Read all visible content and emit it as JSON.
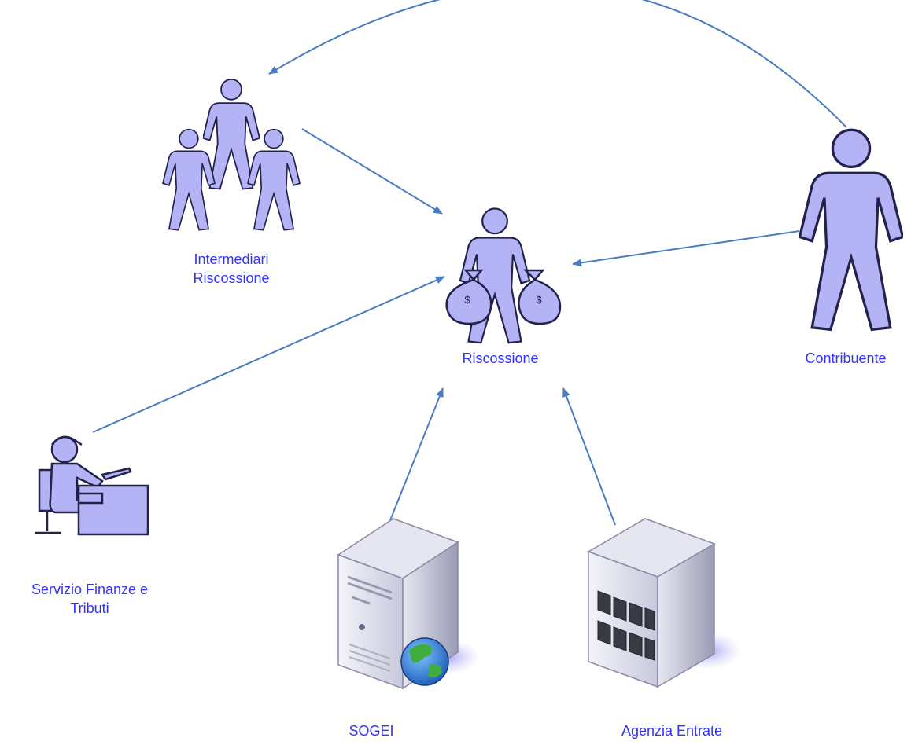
{
  "nodes": {
    "intermediari": {
      "lines": [
        "Intermediari",
        "Riscossione"
      ]
    },
    "riscossione": {
      "lines": [
        "Riscossione"
      ],
      "bag_symbol": "$"
    },
    "contribuente": {
      "lines": [
        "Contribuente"
      ]
    },
    "servizio": {
      "lines": [
        "Servizio Finanze e",
        "Tributi"
      ]
    },
    "sogei": {
      "lines": [
        "SOGEI"
      ]
    },
    "agenzia": {
      "lines": [
        "Agenzia Entrate"
      ]
    }
  },
  "colors": {
    "figure_fill": "#b3b3f5",
    "figure_stroke": "#22224a",
    "arrow": "#4a7cc4",
    "label": "#3333ff"
  },
  "icons": {
    "intermediari": "people-group-icon",
    "riscossione": "collector-with-money-bags-icon",
    "contribuente": "person-icon",
    "servizio": "office-worker-at-desk-icon",
    "sogei": "web-server-icon",
    "agenzia": "building-icon"
  }
}
